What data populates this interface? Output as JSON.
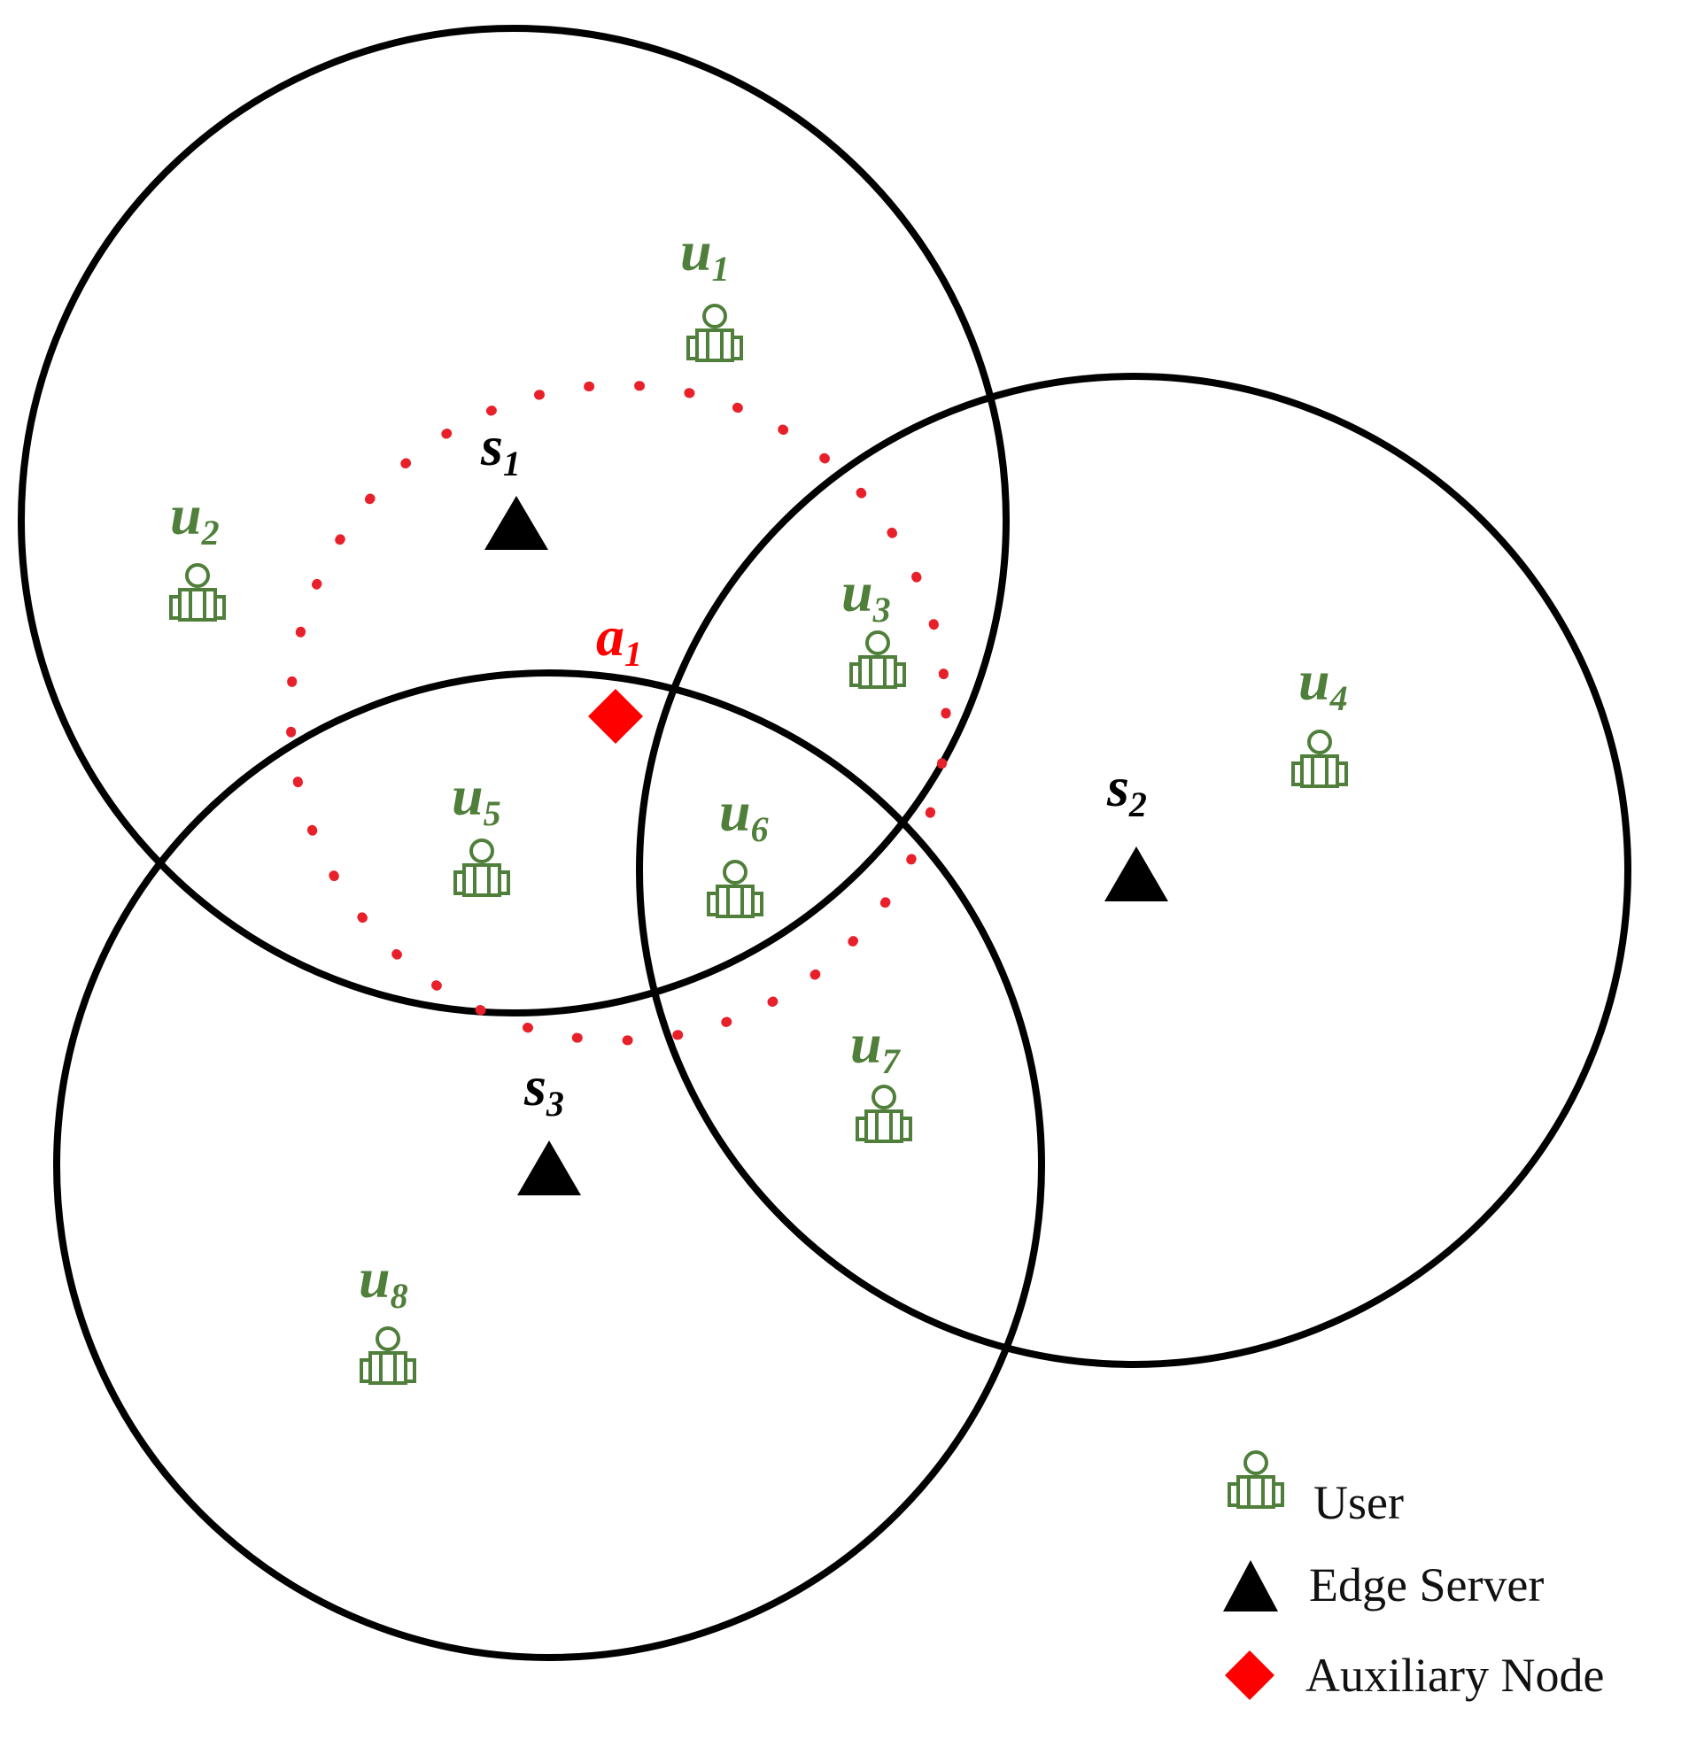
{
  "colors": {
    "circle": "#000000",
    "server": "#000000",
    "user": "#4f7f3a",
    "auxiliary": "#ff0000",
    "dotted_ring": "#e8202a"
  },
  "servers": [
    {
      "name": "s",
      "sub": "1"
    },
    {
      "name": "s",
      "sub": "2"
    },
    {
      "name": "s",
      "sub": "3"
    }
  ],
  "auxiliary_nodes": [
    {
      "name": "a",
      "sub": "1"
    }
  ],
  "users": [
    {
      "name": "u",
      "sub": "1"
    },
    {
      "name": "u",
      "sub": "2"
    },
    {
      "name": "u",
      "sub": "3"
    },
    {
      "name": "u",
      "sub": "4"
    },
    {
      "name": "u",
      "sub": "5"
    },
    {
      "name": "u",
      "sub": "6"
    },
    {
      "name": "u",
      "sub": "7"
    },
    {
      "name": "u",
      "sub": "8"
    }
  ],
  "legend": {
    "user": "User",
    "server": "Edge Server",
    "auxiliary": "Auxiliary Node"
  },
  "icons": {
    "user": "user-icon",
    "server": "triangle-icon",
    "auxiliary": "diamond-icon"
  }
}
